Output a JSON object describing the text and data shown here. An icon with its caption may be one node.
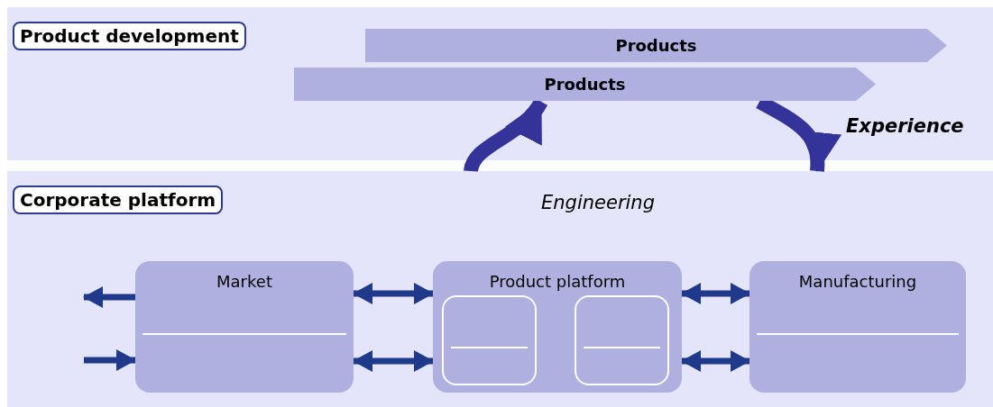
{
  "diagram": {
    "nodes": [
      {
        "text": [
          "Product development"
        ]
      },
      {
        "text": [
          "Products"
        ],
        "in": 0
      },
      {
        "text": [
          "Products"
        ],
        "in": 0
      },
      {
        "text": [
          "Corporate platform"
        ]
      },
      {
        "text": [
          "Market"
        ],
        "in": 3
      },
      {
        "text": [
          "Product platform"
        ],
        "in": 3
      },
      {
        "text": [],
        "shape": "box",
        "in": 5
      },
      {
        "text": [],
        "shape": "box",
        "in": 5
      },
      {
        "text": [
          "Manufacturing"
        ],
        "in": 3
      }
    ],
    "edges": [
      {
        "from": 3,
        "to": 2,
        "arrow": "to",
        "label": "Engineering",
        "style": "thick",
        "color": "#333399"
      },
      {
        "from": 2,
        "to": 3,
        "arrow": "to",
        "label": "Experience",
        "style": "thick",
        "color": "#333399"
      },
      {
        "from": 4,
        "to": null,
        "arrow": "to"
      },
      {
        "from": null,
        "to": 4,
        "arrow": "to"
      },
      {
        "from": 4,
        "to": 5,
        "arrow": "both"
      },
      {
        "from": 4,
        "to": 5,
        "arrow": "both"
      },
      {
        "from": 5,
        "to": 8,
        "arrow": "both"
      },
      {
        "from": 5,
        "to": 8,
        "arrow": "both"
      }
    ]
  }
}
